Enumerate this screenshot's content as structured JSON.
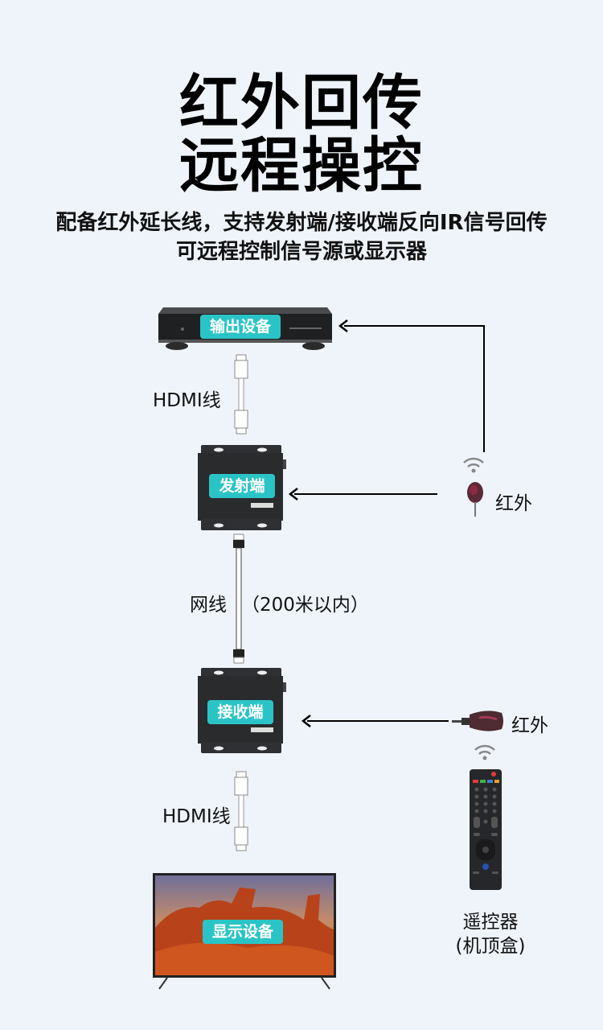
{
  "header": {
    "title_line1": "红外回传",
    "title_line2": "远程操控",
    "subtitle_line1": "配备红外延长线，支持发射端/接收端反向IR信号回传",
    "subtitle_line2": "可远程控制信号源或显示器"
  },
  "devices": {
    "output_device": "输出设备",
    "transmitter": "发射端",
    "receiver": "接收端",
    "display_device": "显示设备",
    "remote": "遥控器",
    "remote_note": "(机顶盒)"
  },
  "cables": {
    "hdmi_top": "HDMI线",
    "network_cable": "网线",
    "network_range": "（200米以内）",
    "hdmi_bottom": "HDMI线"
  },
  "ir": {
    "ir_top": "红外",
    "ir_bottom": "红外"
  },
  "colors": {
    "background": "#eff4fb",
    "label_teal": "#2bc4c6",
    "device_dark": "#2a2b2d"
  }
}
